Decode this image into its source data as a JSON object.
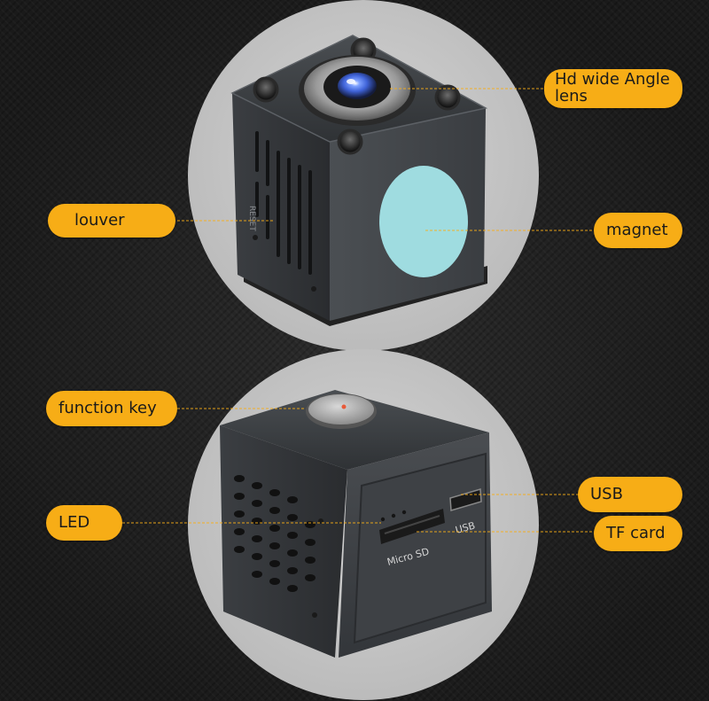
{
  "product_photo": {
    "icons": {
      "lens": "camera-lens-icon",
      "magnet": "magnet-icon",
      "function_key": "button-icon",
      "usb": "usb-port-icon",
      "tf_card": "sd-card-slot-icon"
    },
    "colors": {
      "label_fill": "#f7ad16",
      "callout_line": "#f7ad16",
      "background": "#1f1f1f",
      "backdrop_circle": "#c9c9c9",
      "device_body": "#3a3d40",
      "magnet_fill": "#9fdce0",
      "lens_blue": "#3f63d8"
    },
    "device_prints": {
      "reset": "RESET",
      "micro_sd": "Micro  SD",
      "usb": "USB"
    }
  },
  "callouts": {
    "lens": "Hd wide Angle\nlens",
    "louver": "louver",
    "magnet": "magnet",
    "function_key": "function key",
    "led": "LED",
    "usb": "USB",
    "tf_card": "TF card"
  }
}
